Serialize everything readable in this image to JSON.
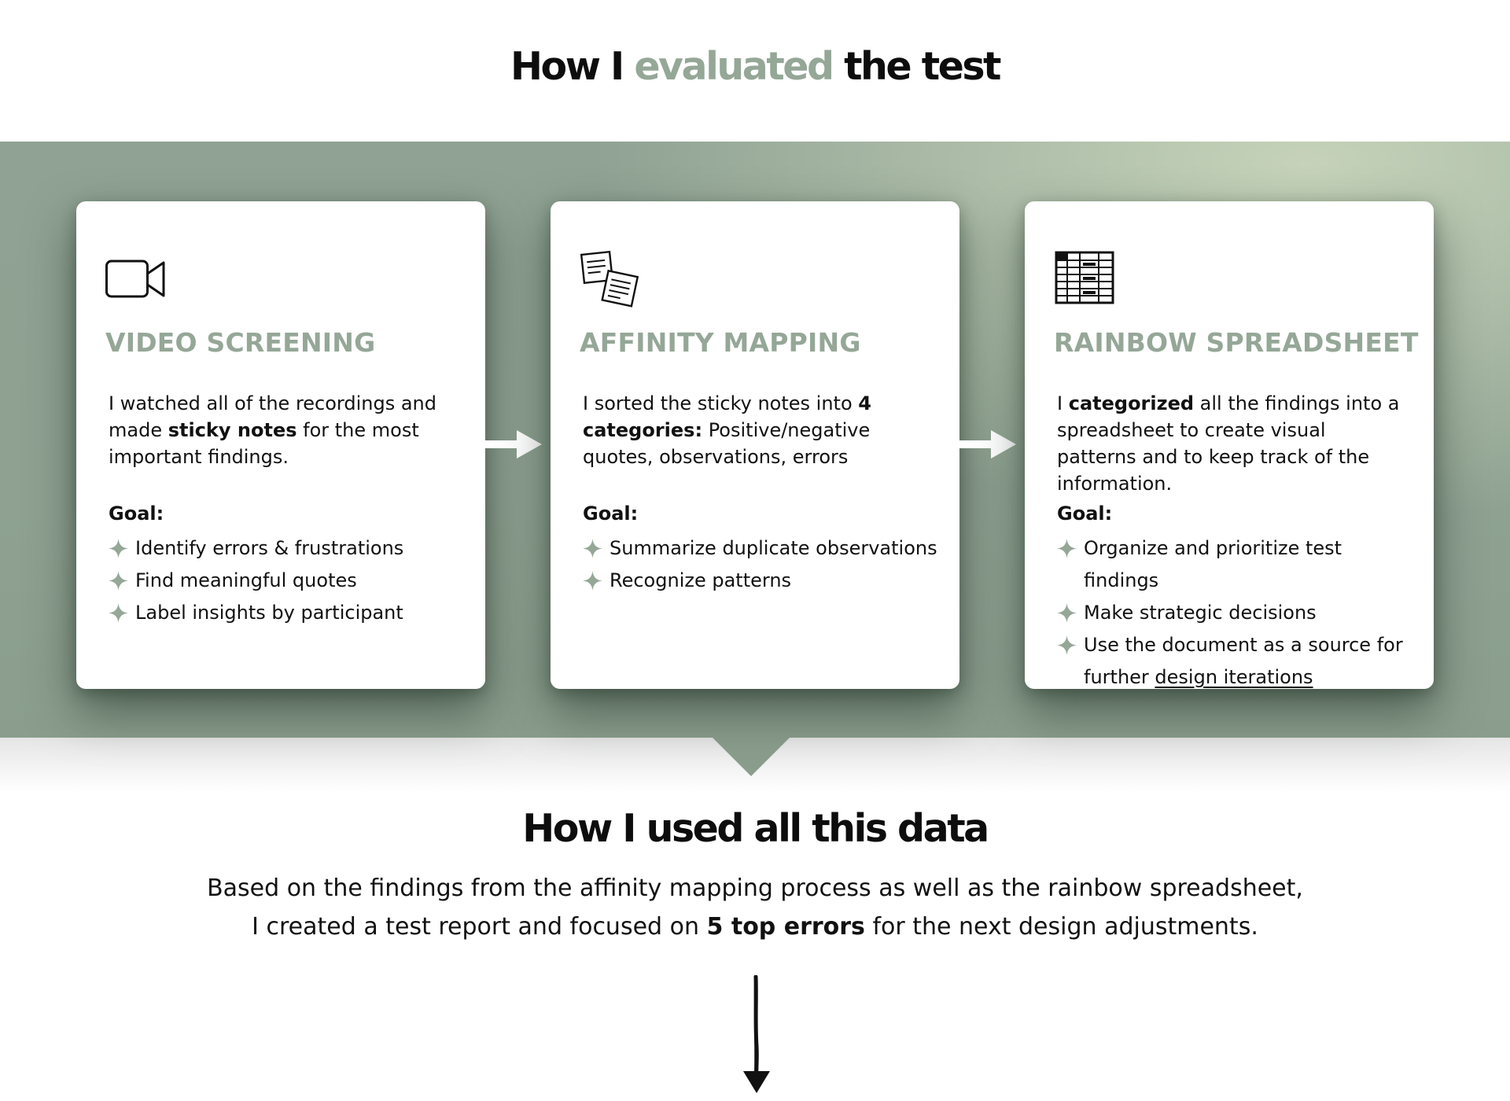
{
  "section1": {
    "title_before": "How I ",
    "title_accent": "evaluated",
    "title_after": " the test"
  },
  "cards": [
    {
      "icon": "video-camera-icon",
      "title": "VIDEO SCREENING",
      "desc_parts": [
        "I watched all of the recordings and made ",
        "sticky notes",
        " for the most important findings."
      ],
      "goal_label": "Goal:",
      "goals": [
        "Identify errors & frustrations",
        "Find meaningful quotes",
        "Label insights by participant"
      ]
    },
    {
      "icon": "sticky-notes-icon",
      "title": "AFFINITY MAPPING",
      "desc_parts": [
        "I sorted the sticky notes into ",
        "4 categories:",
        " Positive/negative quotes, observations, errors"
      ],
      "goal_label": "Goal:",
      "goals": [
        "Summarize duplicate observations",
        "Recognize patterns"
      ]
    },
    {
      "icon": "spreadsheet-icon",
      "title": "RAINBOW SPREADSHEET",
      "desc_parts": [
        "I ",
        "categorized",
        " all the findings into a spreadsheet to create visual patterns and to keep track of the information."
      ],
      "goal_label": "Goal:",
      "goals": [
        "Organize and prioritize test findings",
        "Make strategic decisions",
        "Use the document as a source for further "
      ],
      "goal_link": "design iterations"
    }
  ],
  "section2": {
    "title": "How I used all this data",
    "summary_parts": [
      "Based on the findings from the affinity mapping process as well as the rainbow spreadsheet, I created a test report and focused on ",
      "5 top errors",
      " for the next design adjustments."
    ]
  },
  "colors": {
    "accent": "#95a797",
    "band": "#8fa292",
    "band_highlight": "#c6d3ba"
  }
}
